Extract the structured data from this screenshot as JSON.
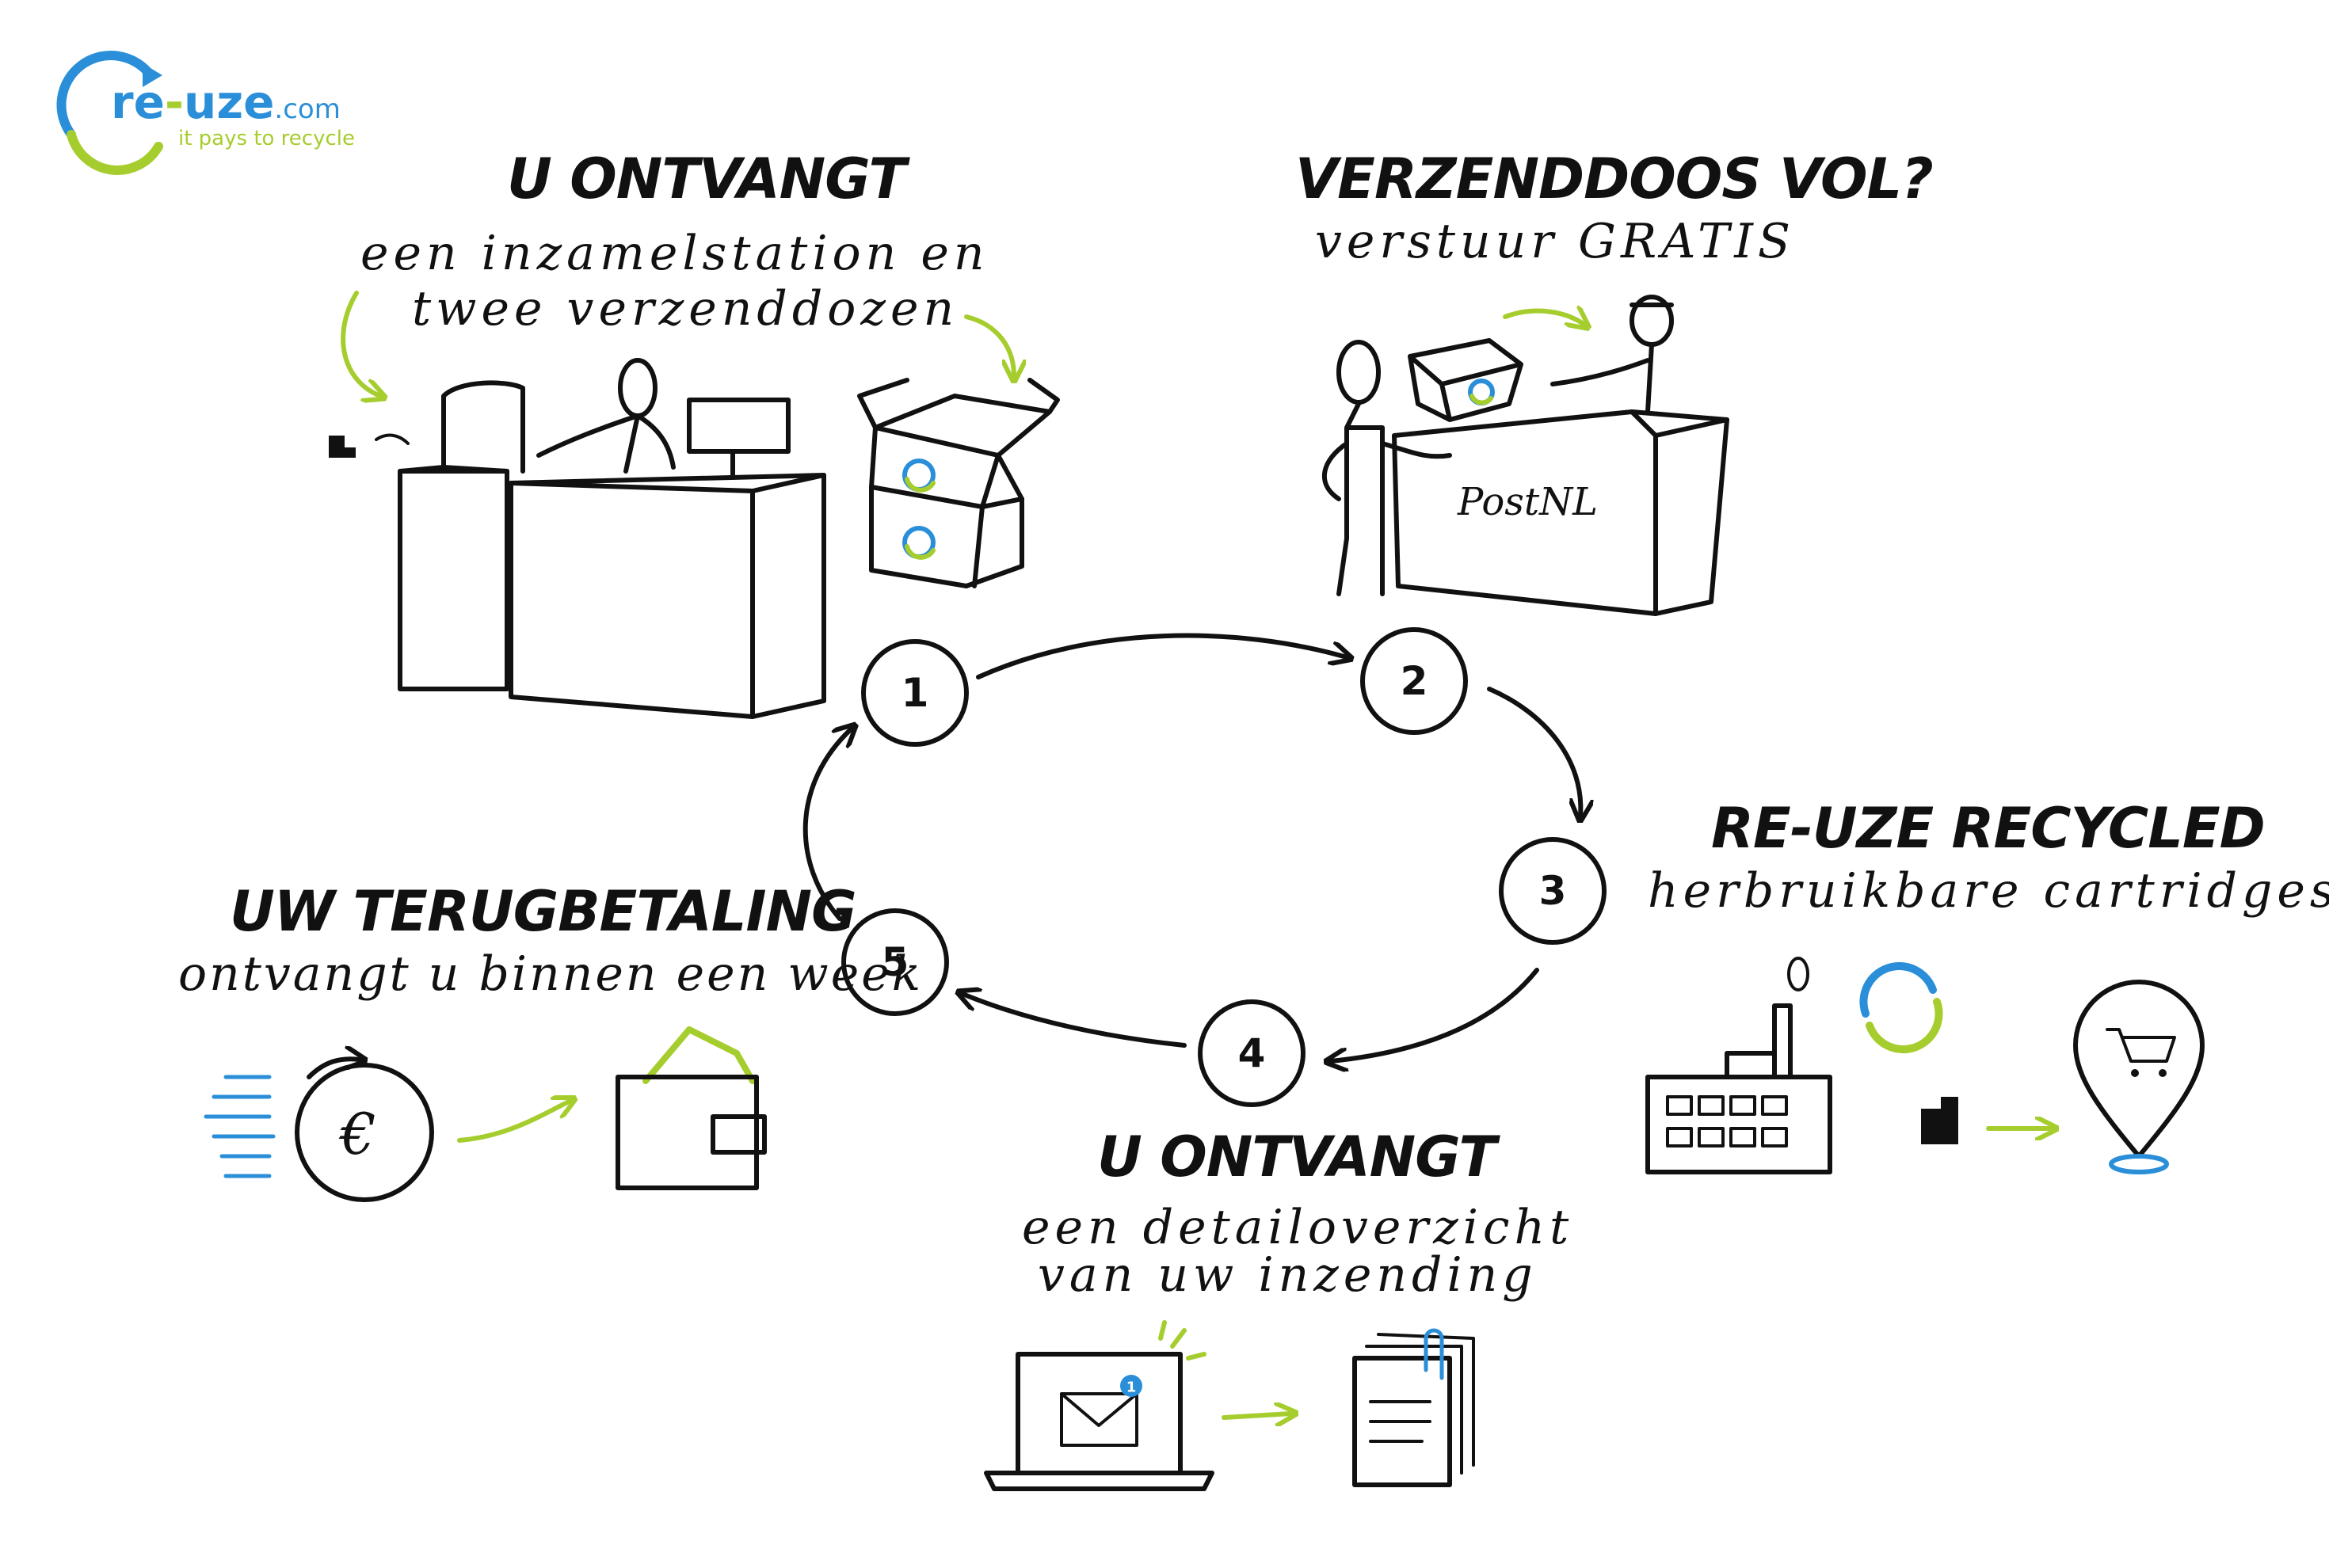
{
  "logo": {
    "name_prefix": "re",
    "name_suffix": "uze",
    "domain": ".com",
    "tagline": "it pays to recycle"
  },
  "steps": [
    {
      "number": "1",
      "title": "U ONTVANGT",
      "subtitle": [
        "een inzamelstation en",
        "twee verzenddozen"
      ]
    },
    {
      "number": "2",
      "title": "VERZENDDOOS VOL?",
      "subtitle": [
        "verstuur GRATIS"
      ],
      "counter_label": "PostNL"
    },
    {
      "number": "3",
      "title": "RE-UZE RECYCLED",
      "subtitle": [
        "herbruikbare cartridges"
      ]
    },
    {
      "number": "4",
      "title": "U ONTVANGT",
      "subtitle": [
        "een detailoverzicht",
        "van uw inzending"
      ],
      "notification_badge": "1"
    },
    {
      "number": "5",
      "title": "UW TERUGBETALING",
      "subtitle": [
        "ontvangt u binnen een week"
      ],
      "coin_symbol": "€"
    }
  ],
  "colors": {
    "ink": "#111111",
    "accent_green": "#a6cd2e",
    "accent_blue": "#2a8fd8"
  },
  "icons": [
    "collection-station-icon",
    "shipping-box-icon",
    "postnl-counter-icon",
    "factory-icon",
    "recycle-icon",
    "cartridge-icon",
    "location-pin-cart-icon",
    "laptop-mail-icon",
    "document-stack-icon",
    "euro-coin-icon",
    "wallet-icon"
  ]
}
